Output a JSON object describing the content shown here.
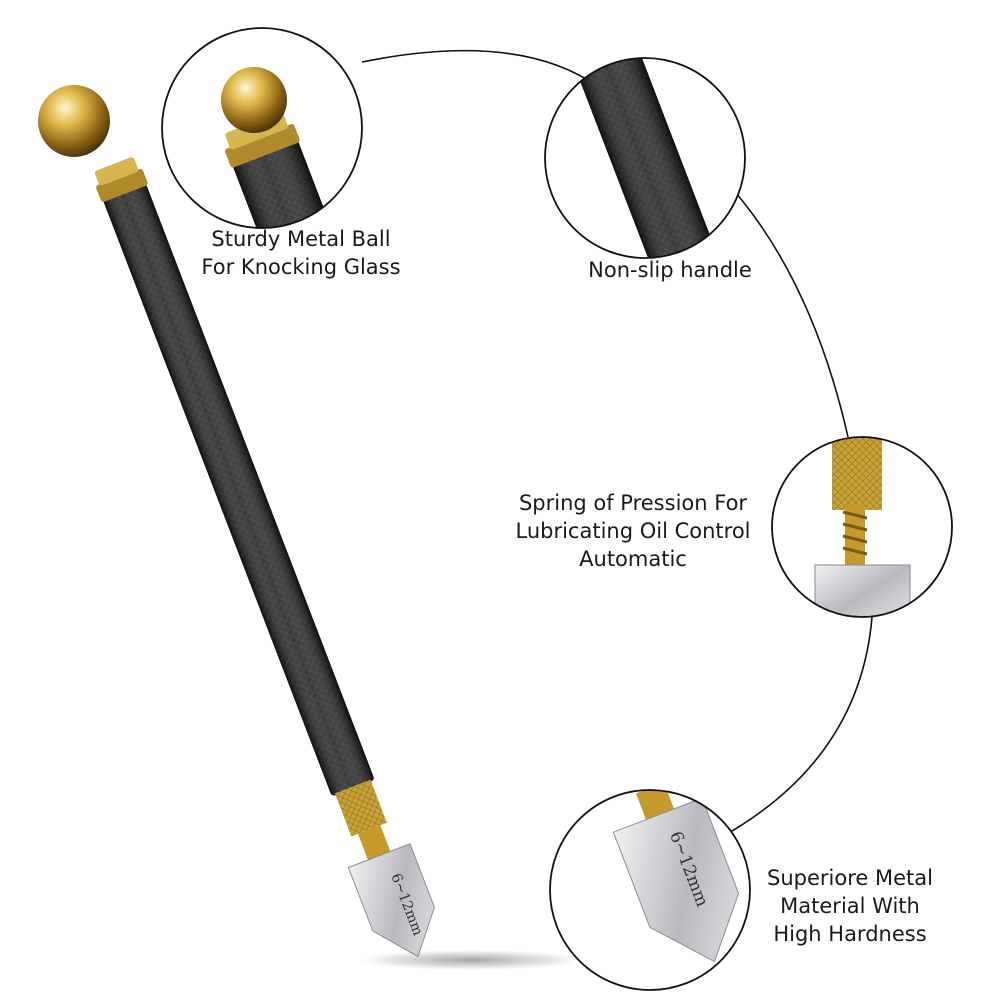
{
  "tool": {
    "head_marking": "6~12mm"
  },
  "callouts": [
    {
      "id": "ball",
      "lines": [
        "Sturdy Metal Ball",
        "For Knocking Glass"
      ]
    },
    {
      "id": "handle",
      "lines": [
        "Non-slip handle"
      ]
    },
    {
      "id": "spring",
      "lines": [
        "Spring of Pression For",
        "Lubricating Oil Control",
        "Automatic"
      ]
    },
    {
      "id": "head",
      "lines": [
        "Superiore Metal",
        "Material With",
        "High Hardness"
      ]
    }
  ],
  "colors": {
    "handle": "#1c1c1c",
    "brass": "#c9a23a",
    "gold_ball": "#d4a72c",
    "steel": "#c8c8cc",
    "line": "#111111"
  }
}
